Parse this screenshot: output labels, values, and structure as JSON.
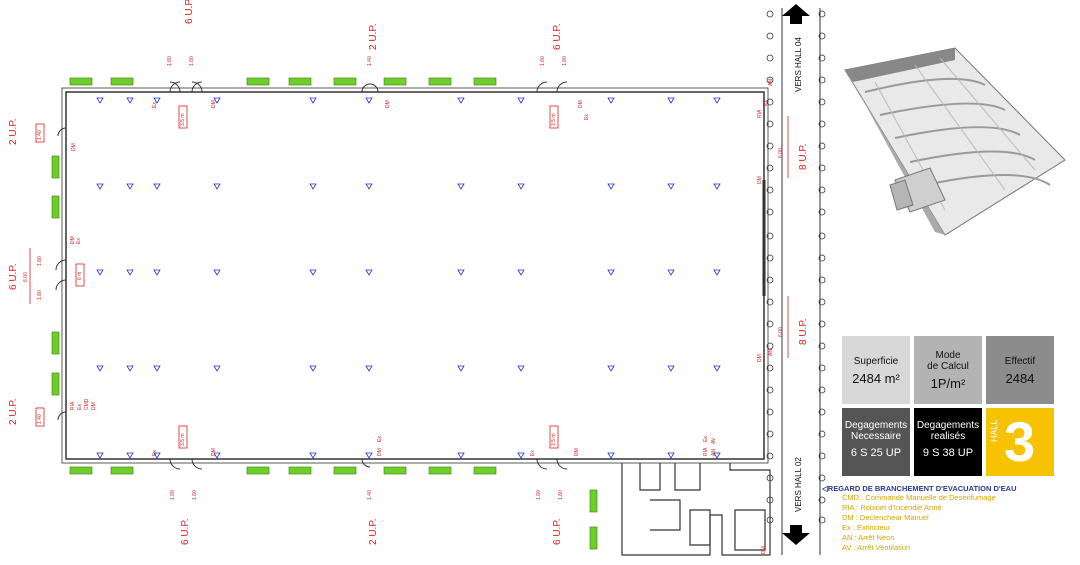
{
  "dimensions": {
    "exit_6": "6 U.P.",
    "exit_2": "2 U.P.",
    "exit_8": "8 U.P.",
    "door_180": "1.80",
    "door_140": "1.40",
    "door_600": "6.00",
    "depth_35": "3.5 m",
    "depth_6": "6 m"
  },
  "equipment_labels": {
    "ex": "Ex",
    "dm": "DM",
    "ria": "RIA",
    "cmd": "CMD",
    "an": "AN",
    "av": "AV"
  },
  "directions": {
    "top": "VERS HALL 04",
    "bottom": "VERS HALL 02"
  },
  "stats": {
    "superficie": {
      "label": "Superficie",
      "value": "2484 m²"
    },
    "mode": {
      "label": "Mode\nde Calcul",
      "value": "1P/m²"
    },
    "effectif": {
      "label": "Effectif",
      "value": "2484"
    },
    "deg_necessaire": {
      "label": "Degagements\nNecessaire",
      "value": "6 S 25 UP"
    },
    "deg_realises": {
      "label": "Degagements\nrealisés",
      "value": "9 S 38 UP"
    },
    "hall": {
      "label": "HALL",
      "number": "3"
    }
  },
  "legend": {
    "title": "REGARD DE BRANCHEMENT D'EVACUATION D'EAU",
    "items": [
      "CMD : Commande Manuelle de Desenfumage",
      "RIA : Robinet d'Incendie Armé",
      "DM : Declencheur Manuel",
      "Ex : Extincteur",
      "AN : Arrêt Neon",
      "AV : Arrêt Ventilation"
    ]
  },
  "colors": {
    "red": "#e02020",
    "green": "#6fcf2a",
    "blue": "#2030d0",
    "yellow": "#f7c300",
    "legend_title": "#2a3a9a",
    "legend_item": "#d6a600"
  }
}
